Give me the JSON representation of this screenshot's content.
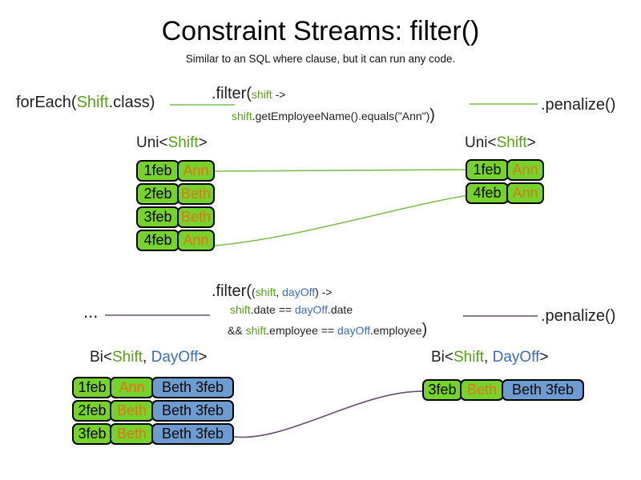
{
  "title": "Constraint Streams: filter()",
  "subtitle": "Similar to an SQL where clause, but it can run any code.",
  "flow1": {
    "source_pre": "forEach(",
    "source_type": "Shift",
    "source_post": ".class)",
    "filter_open": ".filter(",
    "filter_arg": "shift",
    "filter_arrow": " ->",
    "body_var": "shift",
    "body_rest": ".getEmployeeName().equals(\"Ann\")",
    "body_close": ")",
    "penalize": ".penalize()"
  },
  "flow2": {
    "source": "...",
    "filter_open": ".filter(",
    "args_open": "(",
    "arg1": "shift",
    "args_sep": ", ",
    "arg2": "dayOff",
    "args_close": ") ->",
    "cond1_var1": "shift",
    "cond1_mid": ".date == ",
    "cond1_var2": "dayOff",
    "cond1_end": ".date",
    "cond2_and": "&& ",
    "cond2_var1": "shift",
    "cond2_mid": ".employee == ",
    "cond2_var2": "dayOff",
    "cond2_end": ".employee",
    "cond2_close": ")",
    "penalize": ".penalize()"
  },
  "uni_heading": {
    "pre": "Uni<",
    "type": "Shift",
    "post": ">"
  },
  "bi_heading": {
    "pre": "Bi<",
    "type1": "Shift",
    "sep": ", ",
    "type2": "DayOff",
    "post": ">"
  },
  "uni_left_rows": [
    {
      "date": "1feb",
      "employee": "Ann"
    },
    {
      "date": "2feb",
      "employee": "Beth"
    },
    {
      "date": "3feb",
      "employee": "Beth"
    },
    {
      "date": "4feb",
      "employee": "Ann"
    }
  ],
  "uni_right_rows": [
    {
      "date": "1feb",
      "employee": "Ann"
    },
    {
      "date": "4feb",
      "employee": "Ann"
    }
  ],
  "bi_left_rows": [
    {
      "date": "1feb",
      "employee": "Ann",
      "dayoff": "Beth 3feb"
    },
    {
      "date": "2feb",
      "employee": "Beth",
      "dayoff": "Beth 3feb"
    },
    {
      "date": "3feb",
      "employee": "Beth",
      "dayoff": "Beth 3feb"
    }
  ],
  "bi_right_rows": [
    {
      "date": "3feb",
      "employee": "Beth",
      "dayoff": "Beth 3feb"
    }
  ],
  "colors": {
    "green_text": "#55a118",
    "green_fill": "#76d32b",
    "orange_text": "#e0751a",
    "blue_text": "#3c6cbe",
    "blue_fill": "#6d9cd1",
    "line_green": "#7dbf4e",
    "line_purple": "#6a4e71"
  }
}
